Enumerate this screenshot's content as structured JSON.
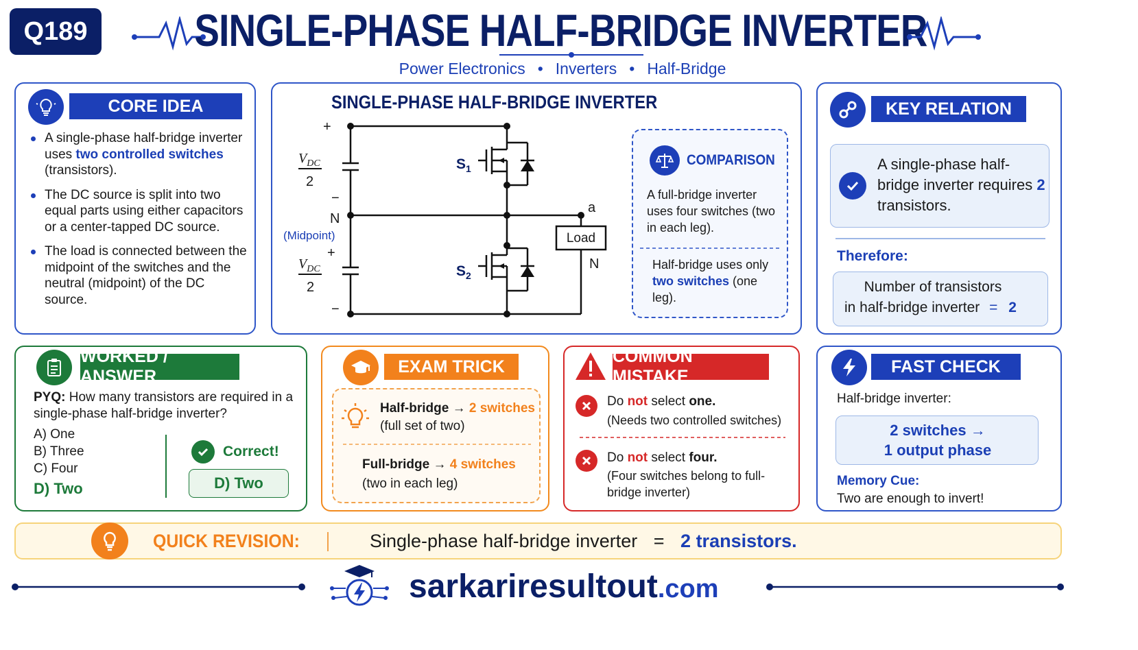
{
  "header": {
    "badge": "Q189",
    "title": "SINGLE-PHASE HALF-BRIDGE INVERTER",
    "subtitle_parts": [
      "Power Electronics",
      "Inverters",
      "Half-Bridge"
    ],
    "subtitle_sep": "•"
  },
  "core_idea": {
    "title": "CORE IDEA",
    "b1_pre": "A single-phase half-bridge inverter uses ",
    "b1_hl": "two controlled switches",
    "b1_post": " (transistors).",
    "b2": "The DC source is split into two equal parts using either capacitors or a center-tapped DC source.",
    "b3": "The load is connected between the midpoint of the switches and the neutral (midpoint) of the DC source."
  },
  "circuit": {
    "title": "SINGLE-PHASE HALF-BRIDGE INVERTER",
    "v_top_num": "V",
    "v_sub": "DC",
    "v_den": "2",
    "plus": "+",
    "minus": "−",
    "n_label": "N",
    "midpoint": "(Midpoint)",
    "s1": "S",
    "s1_sub": "1",
    "s2": "S",
    "s2_sub": "2",
    "a_label": "a",
    "load": "Load",
    "n_right": "N"
  },
  "comparison": {
    "title": "COMPARISON",
    "text1": "A full-bridge inverter uses four switches (two in each leg).",
    "text2_pre": "Half-bridge uses only ",
    "text2_hl": "two switches",
    "text2_post": " (one leg)."
  },
  "key_relation": {
    "title": "KEY RELATION",
    "statement_pre": "A single-phase half-bridge inverter requires ",
    "statement_hl": "2",
    "statement_post": " transistors.",
    "therefore": "Therefore:",
    "result_line1": "Number of transistors",
    "result_line2": "in half-bridge inverter",
    "result_eq": "=",
    "result_val": "2"
  },
  "worked": {
    "title": "WORKED / ANSWER",
    "pyq_label": "PYQ:",
    "question": " How many transistors are required in a single-phase half-bridge inverter?",
    "options": [
      "A)  One",
      "B)  Three",
      "C)  Four"
    ],
    "answer_option": "D)  Two",
    "correct": "Correct!",
    "answer_box": "D)  Two"
  },
  "exam_trick": {
    "title": "EXAM TRICK",
    "l1_pre": "Half-bridge",
    "l1_arrow": "→",
    "l1_hl": "2 switches",
    "l1_sub": "(full set of two)",
    "l2_pre": "Full-bridge",
    "l2_arrow": "→",
    "l2_hl": "4 switches",
    "l2_sub": "(two in each leg)"
  },
  "mistake": {
    "title": "COMMON MISTAKE",
    "m1_pre": "Do ",
    "m1_hl": "not",
    "m1_post": " select ",
    "m1_bold": "one.",
    "m1_sub": "(Needs two controlled switches)",
    "m2_pre": "Do ",
    "m2_hl": "not",
    "m2_post": " select ",
    "m2_bold": "four.",
    "m2_sub": "(Four switches belong to full-bridge inverter)"
  },
  "fast_check": {
    "title": "FAST CHECK",
    "label": "Half-bridge inverter:",
    "box_line1": "2 switches →",
    "box_line2": "1 output phase",
    "memory_label": "Memory Cue:",
    "memory_text": "Two are enough to invert!"
  },
  "quick_revision": {
    "label": "QUICK REVISION:",
    "text_pre": "Single-phase half-bridge inverter",
    "eq": "=",
    "text_hl": "2 transistors."
  },
  "footer": {
    "brand": "sarkariresultout",
    "tld": ".com"
  },
  "colors": {
    "navy": "#0b1f66",
    "blue": "#1d3fb8",
    "green": "#1d7a3a",
    "orange": "#f2811c",
    "red": "#d62828"
  }
}
